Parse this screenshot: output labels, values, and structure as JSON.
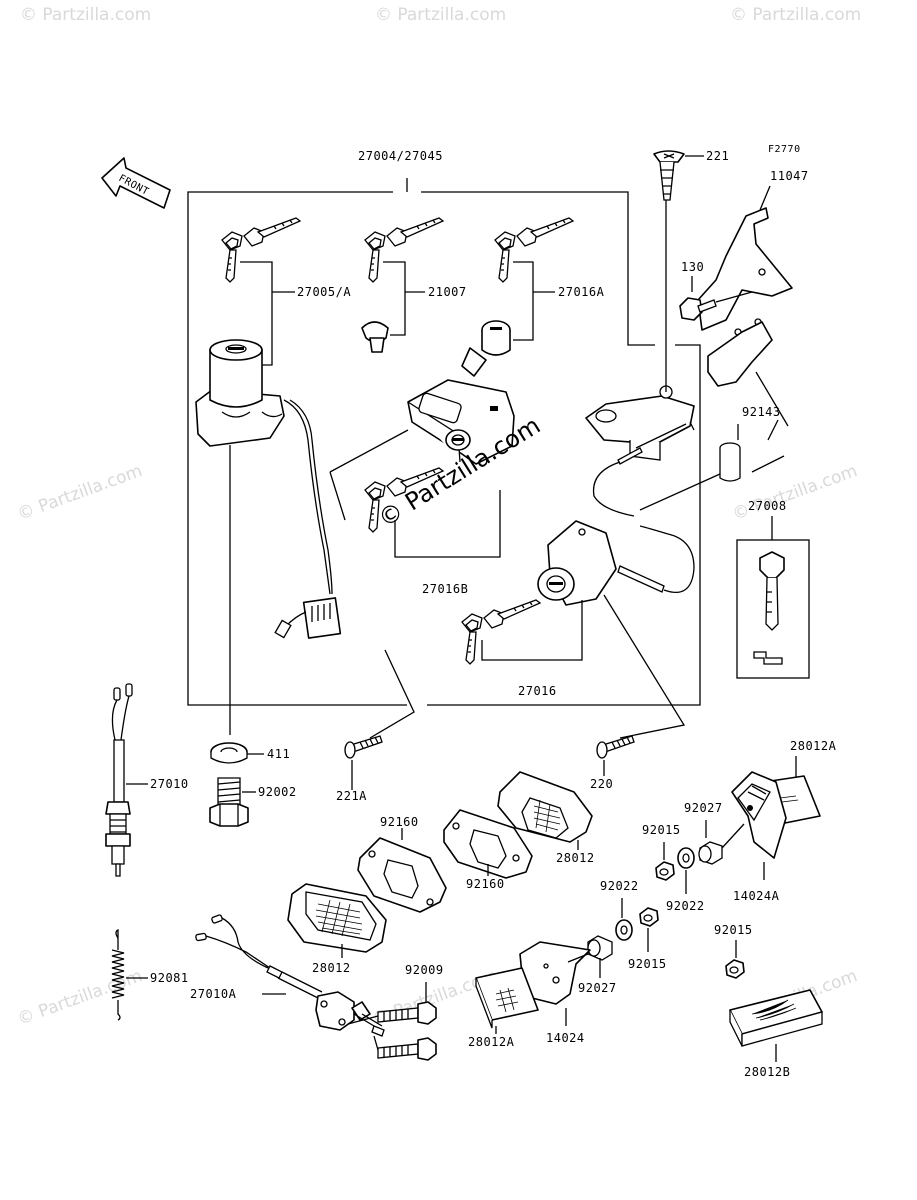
{
  "figure_code": "F2770",
  "front_label": "FRONT",
  "watermark": "© Partzilla.com",
  "watermark_center": "© Partzilla.com",
  "labels": {
    "p27004": "27004/27045",
    "p221": "221",
    "p11047": "11047",
    "p130": "130",
    "p27005A": "27005/A",
    "p21007": "21007",
    "p27016A": "27016A",
    "p92143": "92143",
    "p27008": "27008",
    "p27016B": "27016B",
    "p27016": "27016",
    "p411": "411",
    "p27010": "27010",
    "p92002": "92002",
    "p221A": "221A",
    "p220": "220",
    "p28012A_top": "28012A",
    "p92160_a": "92160",
    "p92160_b": "92160",
    "p28012_a": "28012",
    "p28012_b": "28012",
    "p92027_a": "92027",
    "p92015_a": "92015",
    "p14024A": "14024A",
    "p92022_a": "92022",
    "p92022_b": "92022",
    "p92015_b": "92015",
    "p92015_c": "92015",
    "p92081": "92081",
    "p92009": "92009",
    "p27010A": "27010A",
    "p92027_b": "92027",
    "p28012A_bot": "28012A",
    "p14024": "14024",
    "p28012B": "28012B"
  }
}
